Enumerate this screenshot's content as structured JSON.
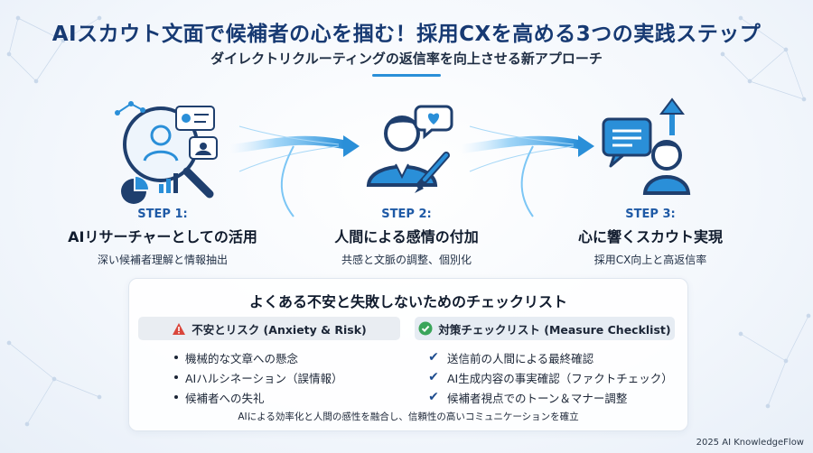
{
  "header": {
    "title": "AIスカウト文面で候補者の心を掴む！採用CXを高める3つの実践ステップ",
    "subtitle": "ダイレクトリクルーティングの返信率を向上させる新アプローチ"
  },
  "steps": [
    {
      "num": "STEP 1:",
      "name": "AIリサーチャーとしての活用",
      "desc": "深い候補者理解と情報抽出",
      "icon": "magnifier-profile-icon"
    },
    {
      "num": "STEP 2:",
      "name": "人間による感情の付加",
      "desc": "共感と文脈の調整、個別化",
      "icon": "person-heart-pen-icon"
    },
    {
      "num": "STEP 3:",
      "name": "心に響くスカウト実現",
      "desc": "採用CX向上と高返信率",
      "icon": "message-growth-icon"
    }
  ],
  "checklist": {
    "title": "よくある不安と失敗しないためのチェックリスト",
    "left": {
      "heading": "不安とリスク (Anxiety & Risk)",
      "icon": "warning-icon",
      "items": [
        "機械的な文章への懸念",
        "AIハルシネーション（誤情報）",
        "候補者への失礼"
      ]
    },
    "right": {
      "heading": "対策チェックリスト (Measure Checklist)",
      "icon": "check-circle-icon",
      "items": [
        "送信前の人間による最終確認",
        "AI生成内容の事実確認（ファクトチェック）",
        "候補者視点でのトーン＆マナー調整"
      ]
    },
    "note": "AIによる効率化と人間の感性を融合し、信頼性の高いコミュニケーションを確立"
  },
  "footer": {
    "copyright": "2025 AI KnowledgeFlow"
  },
  "colors": {
    "primary": "#173a73",
    "accent": "#2a8fd8",
    "warning": "#d9463b",
    "success": "#3aa55a"
  }
}
